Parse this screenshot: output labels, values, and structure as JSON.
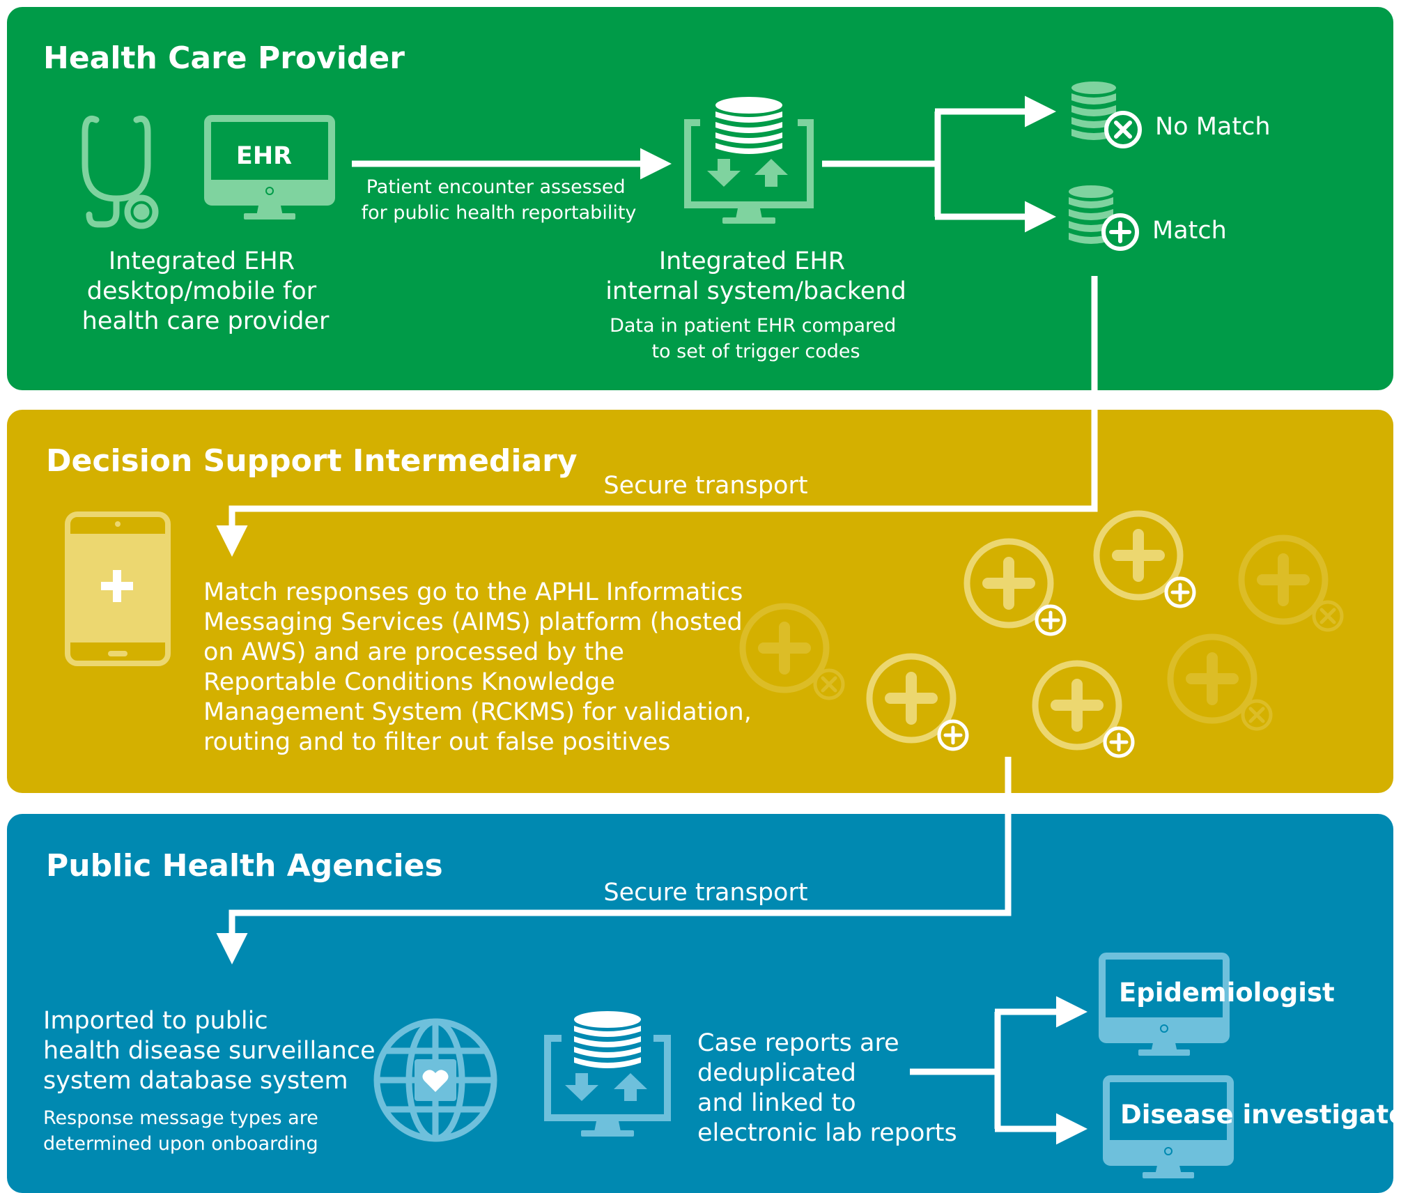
{
  "colors": {
    "provider_panel": "#009b48",
    "intermediary_panel": "#d4b000",
    "agencies_panel": "#0089b1",
    "provider_icon": "#7fd39f",
    "intermediary_icon": "#ecd770",
    "agencies_icon": "#6ec0dc"
  },
  "provider": {
    "title": "Health Care Provider",
    "ehr_screen_label": "EHR",
    "desktop_caption": [
      "Integrated EHR",
      "desktop/mobile for",
      "health care provider"
    ],
    "arrow_caption": [
      "Patient encounter assessed",
      "for public health reportability"
    ],
    "backend_caption": [
      "Integrated EHR",
      "internal system/backend"
    ],
    "backend_note": [
      "Data in patient EHR compared",
      "to set of trigger codes"
    ],
    "no_match_label": "No Match",
    "match_label": "Match"
  },
  "intermediary": {
    "title": "Decision Support Intermediary",
    "transport_label": "Secure transport",
    "description": [
      "Match responses go to the APHL Informatics",
      "Messaging Services (AIMS) platform (hosted",
      "on AWS) and are processed by the",
      "Reportable Conditions Knowledge",
      "Management System (RCKMS) for validation,",
      "routing and to filter out false positives"
    ]
  },
  "agencies": {
    "title": "Public Health Agencies",
    "transport_label": "Secure transport",
    "import_caption": [
      "Imported to public",
      "health disease surveillance",
      "system database system"
    ],
    "import_note": [
      "Response message types are",
      "determined upon onboarding"
    ],
    "case_caption": [
      "Case reports are",
      "deduplicated",
      "and linked to",
      "electronic lab reports"
    ],
    "epidemiologist_label": "Epidemiologist",
    "investigator_label": "Disease investigator"
  }
}
